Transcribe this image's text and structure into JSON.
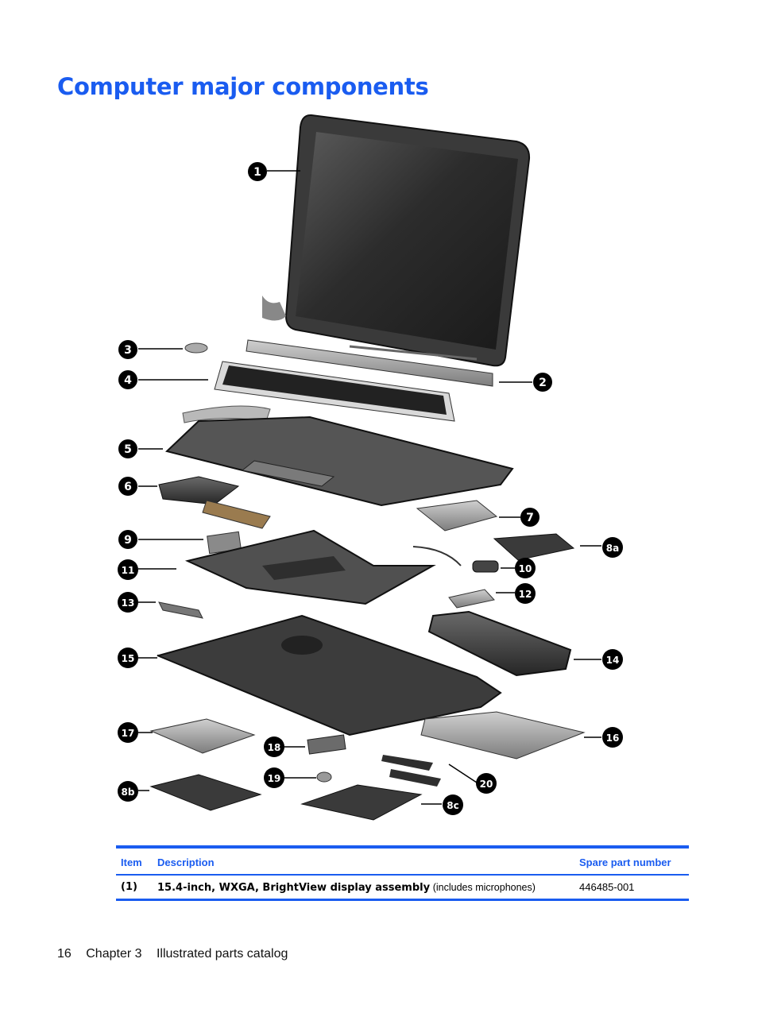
{
  "page": {
    "title": "Computer major components",
    "footer": {
      "page_number": "16",
      "chapter": "Chapter 3",
      "section": "Illustrated parts catalog"
    }
  },
  "figure": {
    "callouts": [
      "1",
      "2",
      "3",
      "4",
      "5",
      "6",
      "7",
      "8a",
      "9",
      "10",
      "11",
      "12",
      "13",
      "14",
      "15",
      "16",
      "17",
      "18",
      "19",
      "20",
      "8b",
      "8c"
    ]
  },
  "table": {
    "headers": {
      "item": "Item",
      "description": "Description",
      "spare_part_number": "Spare part number"
    },
    "rows": [
      {
        "item": "(1)",
        "description_bold": "15.4-inch, WXGA, BrightView display assembly",
        "description_note": "(includes microphones)",
        "spare_part_number": "446485-001"
      }
    ]
  }
}
